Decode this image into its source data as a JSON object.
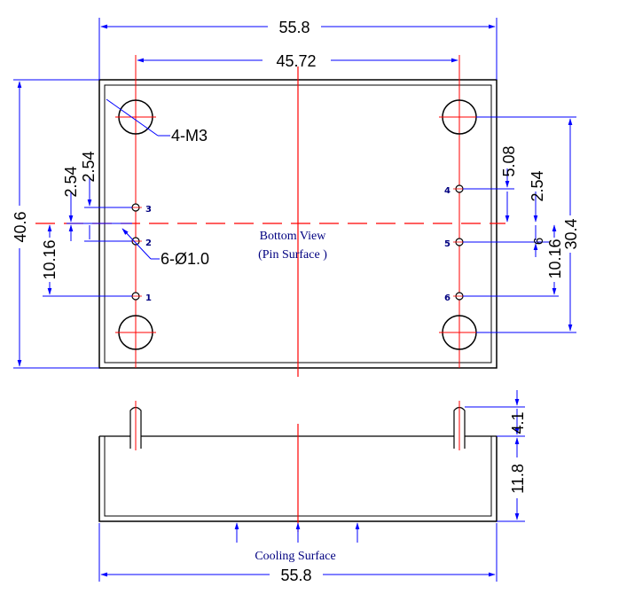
{
  "drawing": {
    "top_view": {
      "overall_width": "55.8",
      "hole_spacing_width": "45.72",
      "overall_height": "40.6",
      "hole_spacing_height": "30.4",
      "left_pitch_upper": "2.54",
      "left_pitch_lower": "2.54",
      "left_pin_offset": "10.16",
      "right_pin_offset_top": "5.08",
      "right_pitch": "2.54",
      "right_pin_offset": "10.16",
      "right_small": "6",
      "mount_hole_label": "4-M3",
      "pin_hole_label": "6-Ø1.0",
      "view_title": "Bottom View",
      "view_subtitle": "(Pin Surface )",
      "pins": [
        "1",
        "2",
        "3",
        "4",
        "5",
        "6"
      ]
    },
    "side_view": {
      "pin_height": "4.1",
      "body_height": "11.8",
      "overall_width": "55.8",
      "cooling_label": "Cooling Surface"
    },
    "colors": {
      "outline": "#000000",
      "dimension": "#0000ff",
      "centerline": "#ff0000",
      "text": "#000080"
    }
  }
}
